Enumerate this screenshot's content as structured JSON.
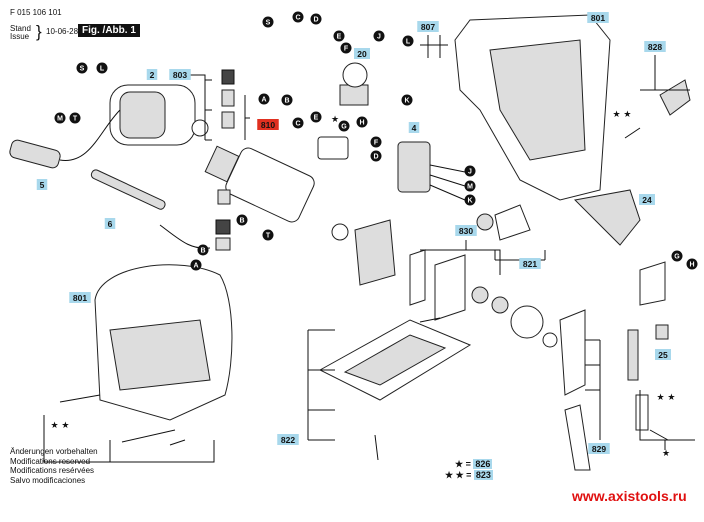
{
  "header": {
    "part_code": "F 015 106 101",
    "stand_label": "Stand",
    "issue_label": "Issue",
    "date": "10-06-28",
    "figure_label": "Fig. /Abb. 1"
  },
  "notes": [
    "Änderungen vorbehalten",
    "Modifications reserved",
    "Modifications resérvées",
    "Salvo modificaciones"
  ],
  "legend": [
    {
      "symbol": "★ =",
      "number": "826"
    },
    {
      "symbol": "★ ★ =",
      "number": "823"
    }
  ],
  "watermark": "www.axistools.ru",
  "colors": {
    "part_label_bg": "#a8d8ec",
    "highlight_label": "#e03020",
    "watermark": "#e01010"
  },
  "part_labels": [
    "2",
    "803",
    "5",
    "6",
    "801",
    "807",
    "828",
    "20",
    "4",
    "810",
    "24",
    "830",
    "821",
    "801",
    "25",
    "822",
    "829"
  ],
  "letter_labels": [
    "S",
    "C",
    "D",
    "E",
    "F",
    "J",
    "L",
    "K",
    "A",
    "B",
    "S",
    "L",
    "M",
    "T",
    "C",
    "E",
    "G",
    "H",
    "F",
    "D",
    "J",
    "M",
    "K",
    "B",
    "A",
    "B",
    "T",
    "G",
    "H"
  ],
  "stars": [
    "★",
    "★ ★",
    "★ ★",
    "★ ★",
    "★"
  ]
}
